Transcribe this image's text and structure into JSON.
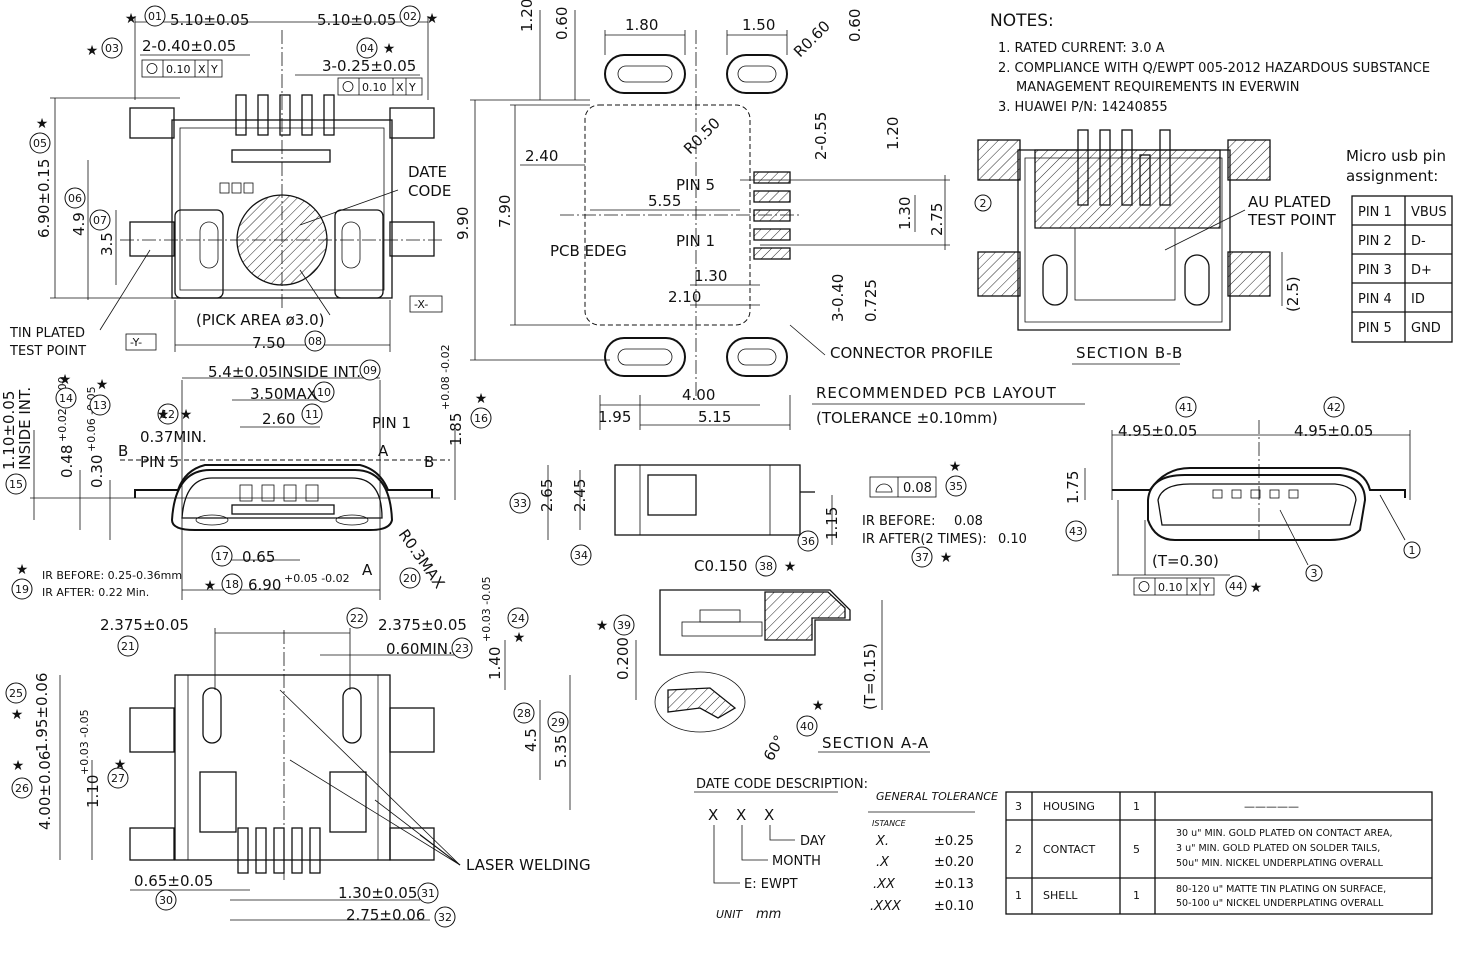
{
  "notes": {
    "title": "NOTES:",
    "items": [
      "1. RATED CURRENT: 3.0 A",
      "2. COMPLIANCE WITH Q/EWPT 005-2012 HAZARDOUS SUBSTANCE",
      "MANAGEMENT REQUIREMENTS IN EVERWIN",
      "3. HUAWEI P/N: 14240855"
    ]
  },
  "pin_table": {
    "title1": "Micro usb pin",
    "title2": "assignment:",
    "rows": [
      {
        "pin": "PIN 1",
        "name": "VBUS"
      },
      {
        "pin": "PIN 2",
        "name": "D-"
      },
      {
        "pin": "PIN 3",
        "name": "D+"
      },
      {
        "pin": "PIN 4",
        "name": "ID"
      },
      {
        "pin": "PIN 5",
        "name": "GND"
      }
    ]
  },
  "top_view": {
    "dim_01": "5.10±0.05",
    "dim_02": "5.10±0.05",
    "dim_03": "2-0.40±0.05",
    "dim_04": "3-0.25±0.05",
    "dim_05": "6.90±0.15",
    "dim_06": "4.9",
    "dim_07": "3.5",
    "dim_08": "7.50",
    "tol_frame_a": [
      "0.10",
      "X",
      "Y"
    ],
    "tol_frame_b": [
      "0.10",
      "X",
      "Y"
    ],
    "date_code_1": "DATE",
    "date_code_2": "CODE",
    "pick_area": "(PICK AREA ø3.0)",
    "tin_plated_1": "TIN PLATED",
    "tin_plated_2": "TEST POINT",
    "datum_x": "-X-",
    "datum_y": "-Y-"
  },
  "pcb_layout": {
    "title": "RECOMMENDED PCB LAYOUT",
    "tolerance": "(TOLERANCE ±0.10mm)",
    "d_120_top": "1.20",
    "d_060": "0.60",
    "d_180": "1.80",
    "d_150": "1.50",
    "d_r060": "R0.60",
    "d_060b": "0.60",
    "d_240": "2.40",
    "d_r050": "R0.50",
    "d_2055": "2-0.55",
    "d_120_right": "1.20",
    "d_990": "9.90",
    "d_790": "7.90",
    "d_555": "5.55",
    "d_130v": "1.30",
    "d_275v": "2.75",
    "d_130h": "1.30",
    "d_210": "2.10",
    "d_3040": "3-0.40",
    "d_0725": "0.725",
    "d_400": "4.00",
    "d_195": "1.95",
    "d_515": "5.15",
    "pin5": "PIN 5",
    "pin1": "PIN 1",
    "pcb_edge": "PCB EDEG",
    "connector_profile": "CONNECTOR PROFILE"
  },
  "section_bb": {
    "title": "SECTION B-B",
    "au_plated_1": "AU PLATED",
    "au_plated_2": "TEST POINT",
    "dim_25": "(2.5)"
  },
  "front_view": {
    "dim_09": "5.4±0.05INSIDE INT.",
    "dim_10": "3.50MAX.",
    "dim_11": "2.60",
    "dim_12": "0.37MIN.",
    "dim_13": "0.30",
    "dim_13_tol": "+0.06 -0.05",
    "dim_14": "0.48",
    "dim_14_tol": "+0.02 -0.00",
    "dim_15": "1.10±0.05",
    "dim_15b": "INSIDE INT.",
    "dim_16": "1.85",
    "dim_16_tol": "+0.08 -0.02",
    "dim_17": "0.65",
    "dim_18": "6.90",
    "dim_18_tol": "+0.05 -0.02",
    "dim_20": "R0.3MAX",
    "pin1": "PIN 1",
    "pin5": "PIN 5",
    "ir_before": "IR BEFORE: 0.25-0.36mm",
    "ir_after": "IR AFTER: 0.22 Min.",
    "label_a": "A",
    "label_b": "B"
  },
  "bottom_view": {
    "dim_21": "2.375±0.05",
    "dim_22": "2.375±0.05",
    "dim_23": "0.60MIN.",
    "dim_24": "1.40",
    "dim_24_tol": "+0.03 -0.05",
    "dim_25": "1.95±0.06",
    "dim_26": "4.00±0.06",
    "dim_27": "1.10",
    "dim_27_tol": "+0.03 -0.05",
    "dim_28": "4.5",
    "dim_29": "5.35",
    "dim_30": "0.65±0.05",
    "dim_31": "1.30±0.05",
    "dim_32": "2.75±0.06",
    "laser_welding": "LASER WELDING"
  },
  "side_view": {
    "dim_33": "2.65",
    "dim_34": "2.45",
    "dim_35": "0.08",
    "dim_36": "1.15",
    "ir_before": "IR BEFORE:",
    "ir_before_val": "0.08",
    "ir_after": "IR AFTER(2 TIMES):",
    "ir_after_val": "0.10"
  },
  "section_aa": {
    "title": "SECTION A-A",
    "c0150": "C0.150",
    "dim_200": "0.200",
    "angle": "60°",
    "t015": "(T=0.15)"
  },
  "end_view": {
    "dim_41": "4.95±0.05",
    "dim_42": "4.95±0.05",
    "dim_43": "1.75",
    "t030": "(T=0.30)",
    "tol_frame": [
      "0.10",
      "X",
      "Y"
    ]
  },
  "date_code": {
    "title": "DATE CODE DESCRIPTION:",
    "xxx": [
      "X",
      "X",
      "X"
    ],
    "day": "DAY",
    "month": "MONTH",
    "year": "E: EWPT",
    "unit_label": "UNIT",
    "unit": "mm"
  },
  "general_tolerance": {
    "title": "GENERAL TOLERANCE",
    "sub": "ISTANCE",
    "rows": [
      {
        "k": "X.",
        "v": "±0.25"
      },
      {
        "k": ".X",
        "v": "±0.20"
      },
      {
        "k": ".XX",
        "v": "±0.13"
      },
      {
        "k": ".XXX",
        "v": "±0.10"
      }
    ]
  },
  "bom": {
    "rows": [
      {
        "no": "3",
        "part": "HOUSING",
        "qty": "1",
        "spec1": "",
        "spec2": "",
        "spec3": "—————"
      },
      {
        "no": "2",
        "part": "CONTACT",
        "qty": "5",
        "spec1": "30 u\" MIN. GOLD PLATED ON CONTACT AREA,",
        "spec2": "3 u\" MIN. GOLD PLATED ON SOLDER TAILS,",
        "spec3": "50u\" MIN. NICKEL UNDERPLATING OVERALL"
      },
      {
        "no": "1",
        "part": "SHELL",
        "qty": "1",
        "spec1": "80-120 u\" MATTE TIN PLATING ON SURFACE,",
        "spec2": "50-100 u\" NICKEL UNDERPLATING OVERALL",
        "spec3": ""
      }
    ]
  },
  "balloons": [
    "01",
    "02",
    "03",
    "04",
    "05",
    "06",
    "07",
    "08",
    "09",
    "10",
    "11",
    "12",
    "13",
    "14",
    "15",
    "16",
    "17",
    "18",
    "19",
    "20",
    "21",
    "22",
    "23",
    "24",
    "25",
    "26",
    "27",
    "28",
    "29",
    "30",
    "31",
    "32",
    "33",
    "34",
    "35",
    "36",
    "37",
    "38",
    "39",
    "40",
    "41",
    "42",
    "43",
    "44"
  ],
  "star": "★"
}
